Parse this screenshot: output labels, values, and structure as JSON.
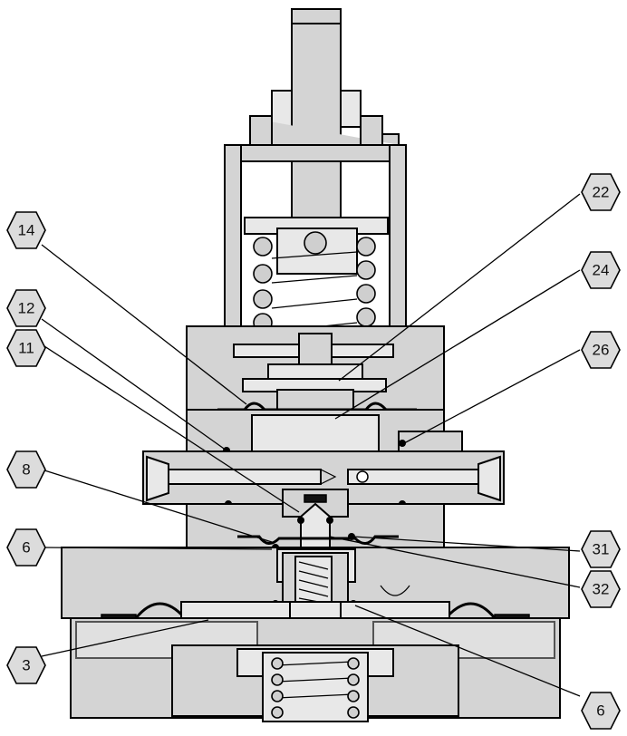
{
  "callouts": {
    "c14": "14",
    "c12": "12",
    "c11": "11",
    "c8": "8",
    "c6_left": "6",
    "c3": "3",
    "c22": "22",
    "c24": "24",
    "c26": "26",
    "c31": "31",
    "c32": "32",
    "c6_right": "6"
  }
}
